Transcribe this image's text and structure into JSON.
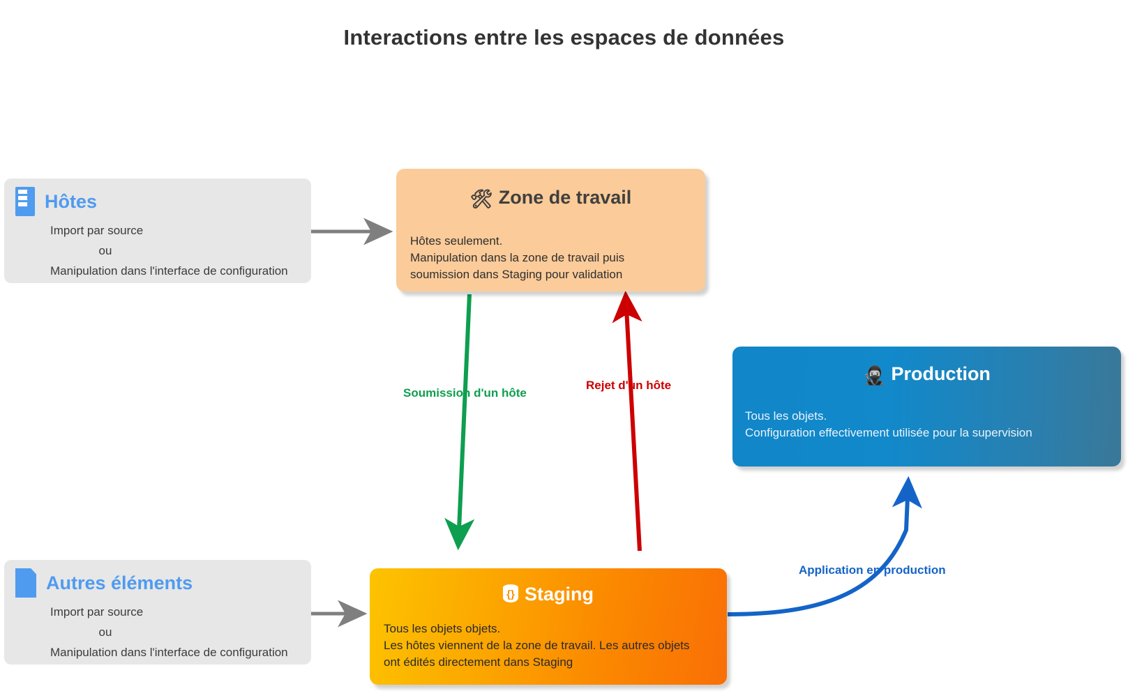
{
  "title": "Interactions entre les espaces de données",
  "colors": {
    "title_text": "#333333",
    "source_bg": "#e7e7e7",
    "source_title": "#4f9bf0",
    "workspace_bg": "#fbcb99",
    "staging_gradient_start": "#fdc300",
    "staging_gradient_end": "#f96f06",
    "production_gradient_start": "#1186c8",
    "production_gradient_end": "#3a7898",
    "arrow_gray": "#7f7f7f",
    "arrow_green": "#0e9e4f",
    "arrow_red": "#cc0000",
    "arrow_blue": "#1464c8"
  },
  "sources": [
    {
      "id": "hotes",
      "icon": "server-rack-icon",
      "title": "Hôtes",
      "lines": [
        "Import par source",
        "ou",
        "Manipulation dans l'interface de configuration"
      ]
    },
    {
      "id": "autres-elements",
      "icon": "document-icon",
      "title": "Autres éléments",
      "lines": [
        "Import par source",
        "ou",
        "Manipulation dans l'interface de configuration"
      ]
    }
  ],
  "stages": {
    "workspace": {
      "icon": "hammer-and-wrench-icon",
      "emoji": "🛠",
      "title": "Zone de travail",
      "body": "Hôtes seulement.\nManipulation dans la zone de travail puis\nsoumission dans Staging pour validation"
    },
    "staging": {
      "icon": "database-icon",
      "title": "Staging",
      "body": "Tous les objets objets.\nLes hôtes viennent de la zone de travail. Les autres objets\nont édités directement dans Staging"
    },
    "production": {
      "icon": "ninja-icon",
      "emoji": "🥷",
      "title": "Production",
      "body": "Tous les objets.\nConfiguration effectivement utilisée pour la supervision"
    }
  },
  "edges": [
    {
      "id": "hotes-to-workspace",
      "label": "",
      "color": "#7f7f7f"
    },
    {
      "id": "autres-to-staging",
      "label": "",
      "color": "#7f7f7f"
    },
    {
      "id": "workspace-to-staging",
      "label": "Soumission d'un hôte",
      "color": "#0e9e4f"
    },
    {
      "id": "staging-to-workspace",
      "label": "Rejet d'un hôte",
      "color": "#cc0000"
    },
    {
      "id": "staging-to-production",
      "label": "Application en production",
      "color": "#1464c8"
    }
  ]
}
